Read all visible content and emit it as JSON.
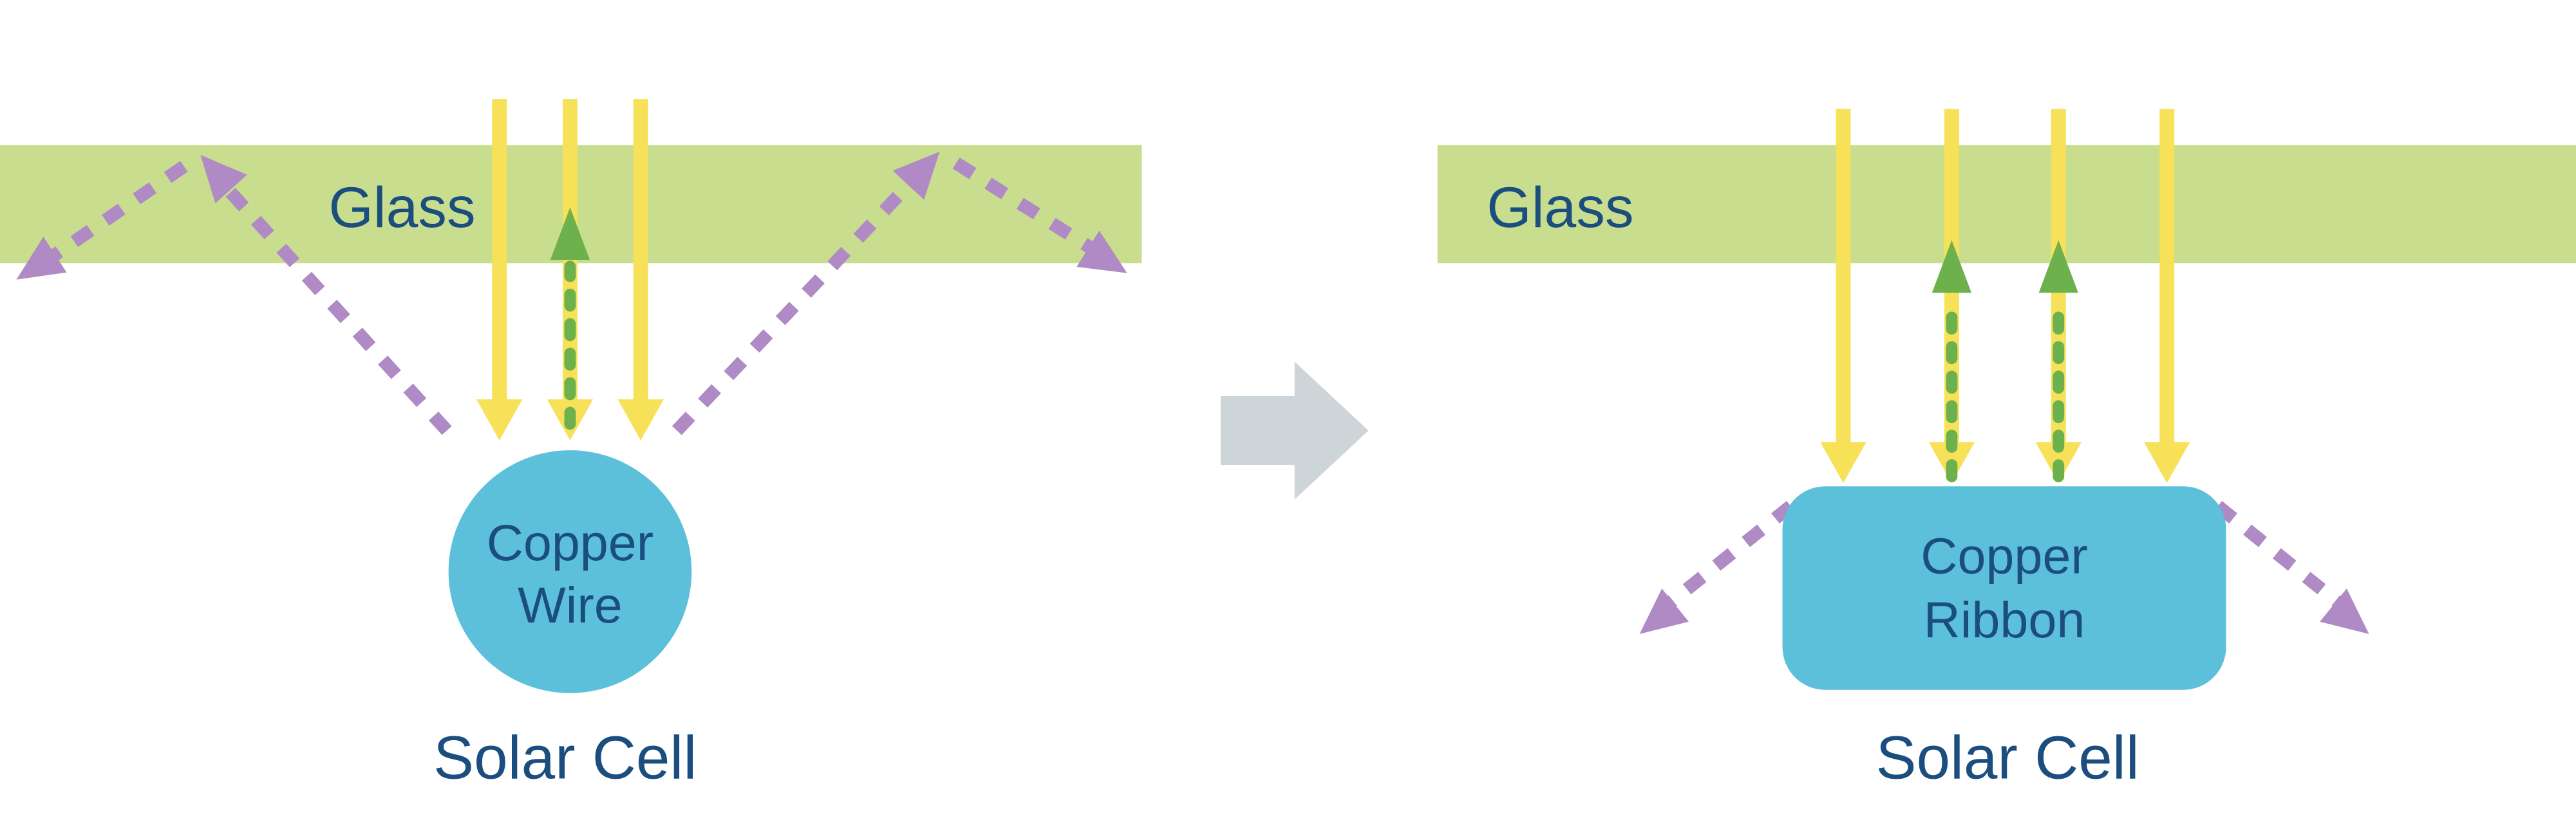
{
  "diagram": {
    "left": {
      "glass_label": "Glass",
      "component_line1": "Copper",
      "component_line2": "Wire",
      "solar_cell_label": "Solar Cell"
    },
    "right": {
      "glass_label": "Glass",
      "component_line1": "Copper",
      "component_line2": "Ribbon",
      "solar_cell_label": "Solar Cell"
    }
  },
  "colors": {
    "c-glass": "#c9dd8e",
    "c-navy": "#1b4e7e",
    "c-yellow": "#f6e159",
    "c-green": "#6cb14c",
    "c-purple": "#b08ac4",
    "c-blue": "#5cc0da",
    "c-gray": "#ced5d9",
    "c-bg": "#ffffff"
  }
}
